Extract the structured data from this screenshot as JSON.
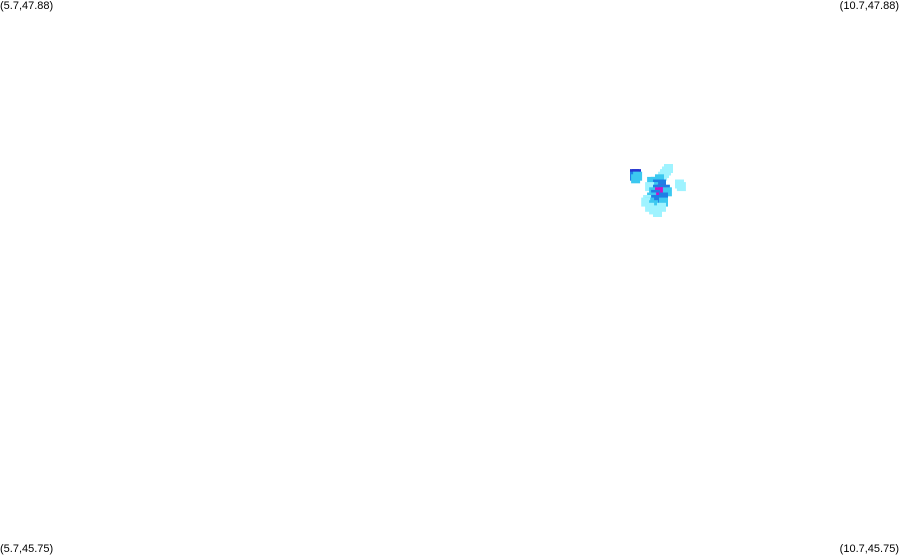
{
  "corners": {
    "top_left": "(5.7,47.88)",
    "top_right": "(10.7,47.88)",
    "bottom_left": "(5.7,45.75)",
    "bottom_right": "(10.7,45.75)"
  },
  "bounds": {
    "lon_min": 5.7,
    "lon_max": 10.7,
    "lat_min": 45.75,
    "lat_max": 47.88
  },
  "colors": {
    "background": "#ffffff",
    "light": "#9ff3ff",
    "medium": "#3cc8f0",
    "strong": "#1e7ee6",
    "heavy": "#2838d0",
    "extreme": "#c814c8"
  },
  "precip_cells": [
    {
      "lon": 9.229,
      "lat": 47.21,
      "level": "heavy"
    },
    {
      "lon": 9.24,
      "lat": 47.21,
      "level": "heavy"
    },
    {
      "lon": 9.229,
      "lat": 47.2,
      "level": "strong"
    },
    {
      "lon": 9.235,
      "lat": 47.19,
      "level": "medium"
    },
    {
      "lon": 9.246,
      "lat": 47.2,
      "level": "medium"
    },
    {
      "lon": 9.407,
      "lat": 47.22,
      "level": "light"
    },
    {
      "lon": 9.418,
      "lat": 47.23,
      "level": "light"
    },
    {
      "lon": 9.396,
      "lat": 47.21,
      "level": "light"
    },
    {
      "lon": 9.385,
      "lat": 47.2,
      "level": "light"
    },
    {
      "lon": 9.479,
      "lat": 47.17,
      "level": "light"
    },
    {
      "lon": 9.49,
      "lat": 47.16,
      "level": "light"
    },
    {
      "lon": 9.368,
      "lat": 47.19,
      "level": "medium"
    },
    {
      "lon": 9.346,
      "lat": 47.18,
      "level": "medium"
    },
    {
      "lon": 9.324,
      "lat": 47.18,
      "level": "medium"
    },
    {
      "lon": 9.379,
      "lat": 47.17,
      "level": "strong"
    },
    {
      "lon": 9.357,
      "lat": 47.17,
      "level": "strong"
    },
    {
      "lon": 9.335,
      "lat": 47.16,
      "level": "medium"
    },
    {
      "lon": 9.313,
      "lat": 47.16,
      "level": "light"
    },
    {
      "lon": 9.379,
      "lat": 47.15,
      "level": "extreme"
    },
    {
      "lon": 9.401,
      "lat": 47.15,
      "level": "strong"
    },
    {
      "lon": 9.357,
      "lat": 47.15,
      "level": "strong"
    },
    {
      "lon": 9.335,
      "lat": 47.14,
      "level": "medium"
    },
    {
      "lon": 9.368,
      "lat": 47.14,
      "level": "extreme"
    },
    {
      "lon": 9.39,
      "lat": 47.14,
      "level": "extreme"
    },
    {
      "lon": 9.412,
      "lat": 47.14,
      "level": "medium"
    },
    {
      "lon": 9.346,
      "lat": 47.13,
      "level": "strong"
    },
    {
      "lon": 9.368,
      "lat": 47.12,
      "level": "extreme"
    },
    {
      "lon": 9.39,
      "lat": 47.12,
      "level": "strong"
    },
    {
      "lon": 9.324,
      "lat": 47.12,
      "level": "medium"
    },
    {
      "lon": 9.302,
      "lat": 47.11,
      "level": "light"
    },
    {
      "lon": 9.346,
      "lat": 47.11,
      "level": "strong"
    },
    {
      "lon": 9.368,
      "lat": 47.1,
      "level": "strong"
    },
    {
      "lon": 9.39,
      "lat": 47.1,
      "level": "medium"
    },
    {
      "lon": 9.313,
      "lat": 47.1,
      "level": "medium"
    },
    {
      "lon": 9.291,
      "lat": 47.1,
      "level": "light"
    },
    {
      "lon": 9.335,
      "lat": 47.09,
      "level": "medium"
    },
    {
      "lon": 9.357,
      "lat": 47.08,
      "level": "medium"
    },
    {
      "lon": 9.379,
      "lat": 47.08,
      "level": "light"
    },
    {
      "lon": 9.313,
      "lat": 47.08,
      "level": "light"
    },
    {
      "lon": 9.335,
      "lat": 47.07,
      "level": "light"
    },
    {
      "lon": 9.357,
      "lat": 47.06,
      "level": "light"
    }
  ]
}
